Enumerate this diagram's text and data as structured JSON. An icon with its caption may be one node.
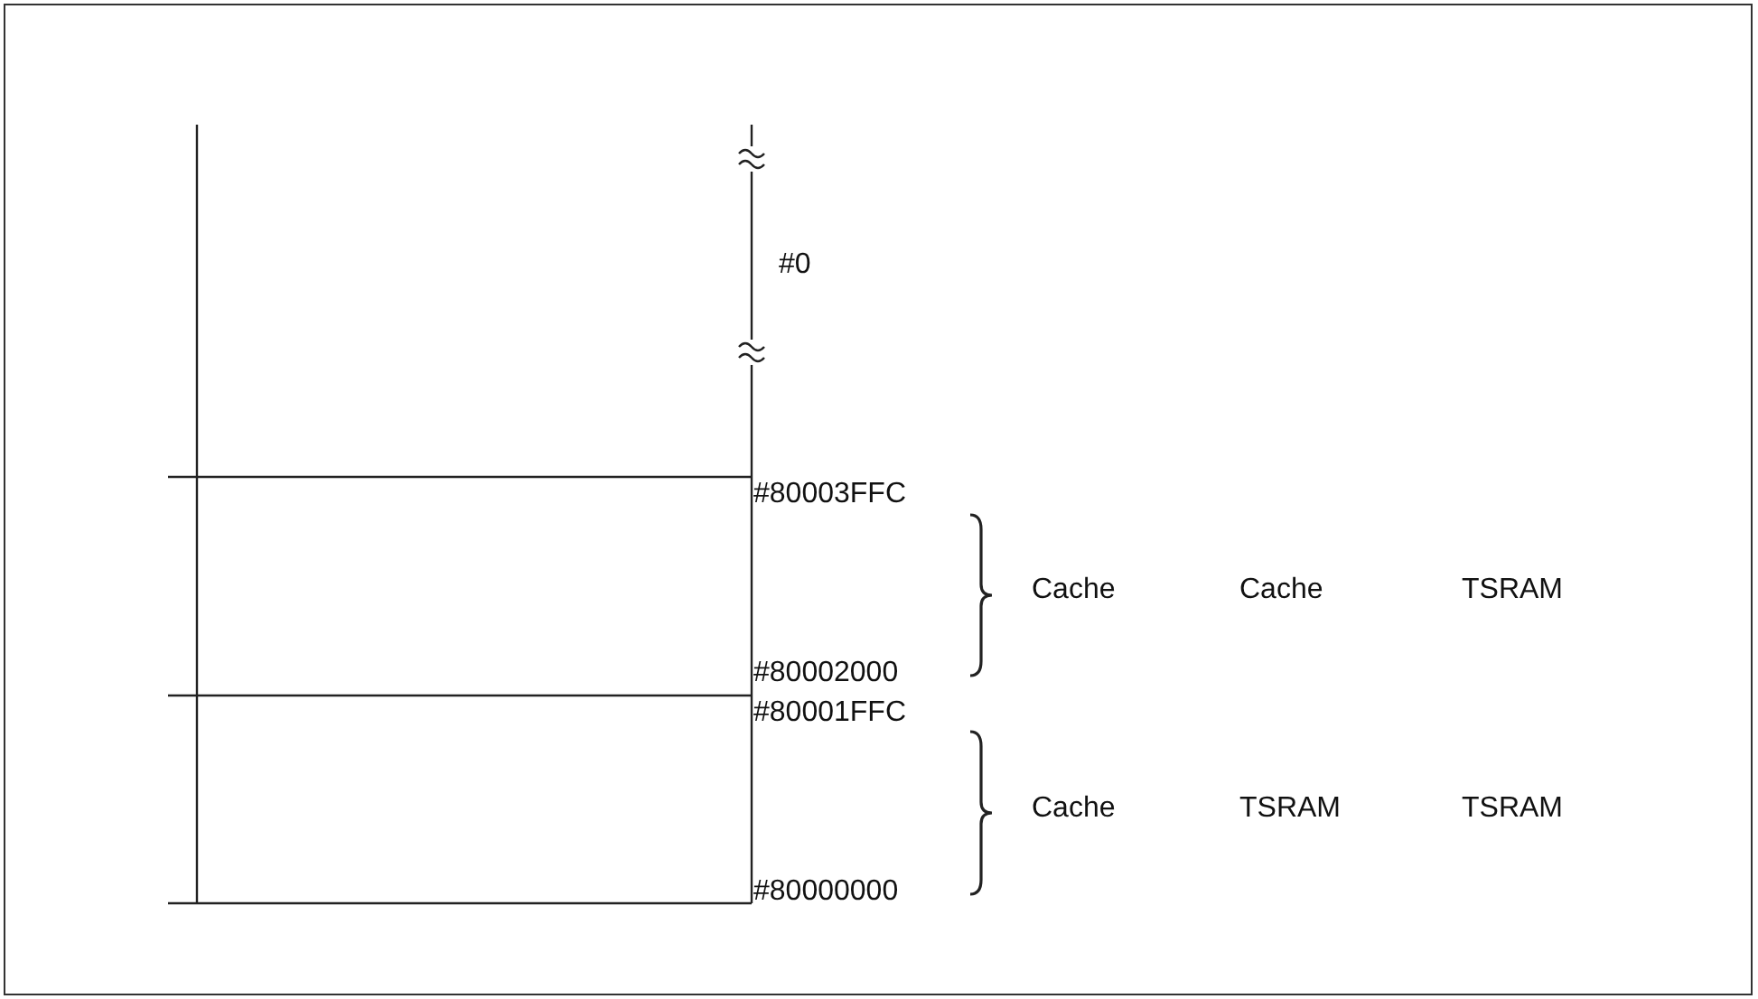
{
  "diagram": {
    "labels": [
      "#0",
      "#80003FFC",
      "Cache",
      "Cache",
      "TSRAM",
      "#80002000",
      "#80001FFC",
      "Cache",
      "TSRAM",
      "TSRAM",
      "#80000000"
    ]
  }
}
